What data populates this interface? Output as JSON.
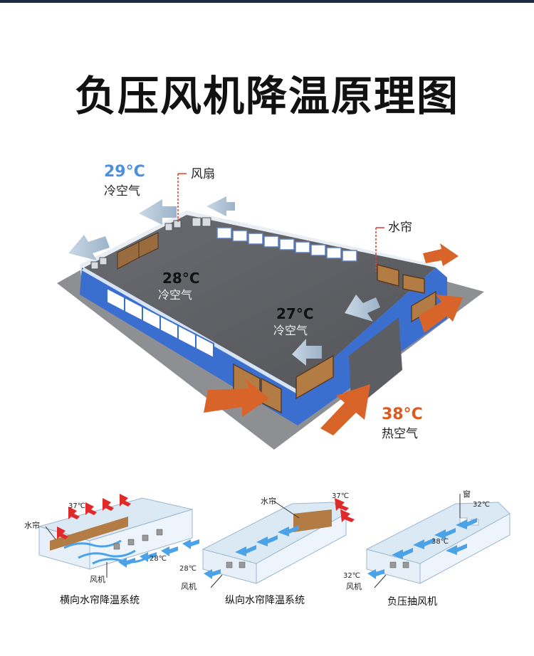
{
  "title": "负压风机降温原理图",
  "main": {
    "fan_label": "风扇",
    "curtain_label": "水帘",
    "temp_29": "29°C",
    "cold_air_1": "冷空气",
    "temp_28": "28°C",
    "cold_air_2": "冷空气",
    "temp_27": "27°C",
    "cold_air_3": "冷空气",
    "temp_38": "38°C",
    "hot_air": "热空气"
  },
  "diagrams": [
    {
      "caption": "横向水帘降温系统",
      "curtain": "水帘",
      "fan": "风机",
      "temp_in": "37℃",
      "temp_out": "28℃"
    },
    {
      "caption": "纵向水帘降温系统",
      "curtain": "水帘",
      "fan": "风机",
      "temp_in": "37℃",
      "temp_out": "28℃"
    },
    {
      "caption": "负压抽风机",
      "window": "窗",
      "fan": "风机",
      "temp_window": "32℃",
      "temp_mid": "38℃",
      "temp_out": "32℃"
    }
  ],
  "colors": {
    "wall_blue": "#3a6fd0",
    "roof_gray": "#5f6064",
    "ground_gray": "#8c8d90",
    "hot_arrow": "#d9642a",
    "cool_arrow": "#a9bfd3",
    "cold_text": "#4a8fe0",
    "hot_text": "#e0581e"
  }
}
